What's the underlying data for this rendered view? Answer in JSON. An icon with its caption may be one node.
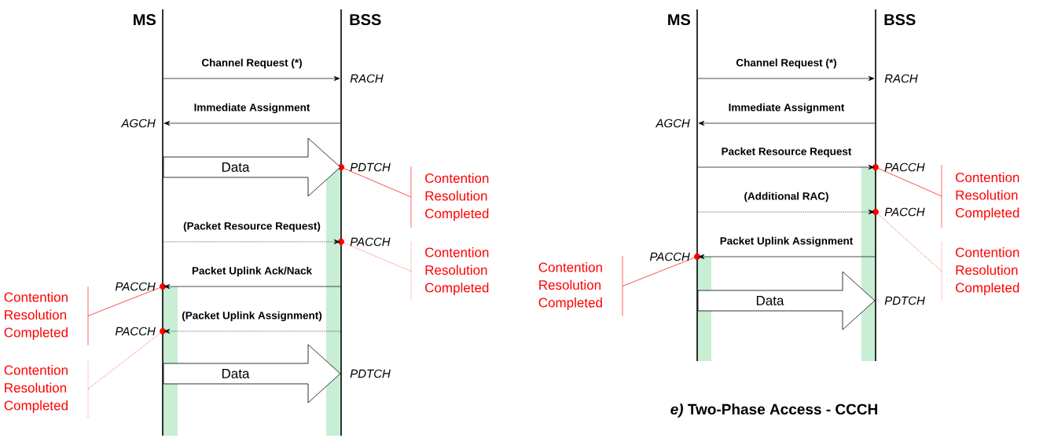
{
  "diagram": {
    "caption": "*e)* Two-Phase Access - CCCH",
    "nodes": [
      {
        "text": [
          "MS"
        ]
      },
      {
        "text": [
          "BSS"
        ]
      },
      {
        "text": [
          "MS"
        ]
      },
      {
        "text": [
          "BSS"
        ]
      },
      {
        "text": [],
        "shape": "circle"
      },
      {
        "text": [
          "Contention Resolution Completed"
        ]
      },
      {
        "text": [],
        "shape": "circle"
      },
      {
        "text": [
          "Contention Resolution Completed"
        ]
      },
      {
        "text": [],
        "shape": "circle"
      },
      {
        "text": [
          "Contention Resolution Completed"
        ]
      },
      {
        "text": [],
        "shape": "circle"
      },
      {
        "text": [
          "Contention Resolution Completed"
        ]
      },
      {
        "text": [],
        "shape": "circle"
      },
      {
        "text": [
          "Contention Resolution Completed"
        ]
      },
      {
        "text": [],
        "shape": "circle"
      },
      {
        "text": [
          "Contention Resolution Completed"
        ]
      },
      {
        "text": [],
        "shape": "circle"
      },
      {
        "text": [
          "Contention Resolution Completed"
        ]
      }
    ],
    "edges": [
      {
        "from": 0,
        "to": 1,
        "arrow": "to",
        "label": "Channel Request (*)"
      },
      {
        "from": 1,
        "to": 0,
        "arrow": "to",
        "label": "Immediate Assignment"
      },
      {
        "from": 0,
        "to": 1,
        "arrow": "to",
        "label": "Data",
        "style": "thick"
      },
      {
        "from": 0,
        "to": 1,
        "arrow": "to",
        "label": "(Packet Resource Request)",
        "style": "dashed"
      },
      {
        "from": 1,
        "to": 0,
        "arrow": "to",
        "label": "Packet Uplink Ack/Nack"
      },
      {
        "from": 1,
        "to": 0,
        "arrow": "to",
        "label": "(Packet Uplink Assignment)",
        "style": "dashed"
      },
      {
        "from": 0,
        "to": 1,
        "arrow": "to",
        "label": "Data",
        "style": "thick"
      },
      {
        "from": 2,
        "to": 3,
        "arrow": "to",
        "label": "Channel Request (*)"
      },
      {
        "from": 3,
        "to": 2,
        "arrow": "to",
        "label": "Immediate Assignment"
      },
      {
        "from": 2,
        "to": 3,
        "arrow": "to",
        "label": "Packet Resource Request"
      },
      {
        "from": 2,
        "to": 3,
        "arrow": "to",
        "label": "(Additional RAC)",
        "style": "dashed"
      },
      {
        "from": 3,
        "to": 2,
        "arrow": "to",
        "label": "Packet Uplink Assignment"
      },
      {
        "from": 2,
        "to": 3,
        "arrow": "to",
        "label": "Data",
        "style": "thick"
      },
      {
        "from": 5,
        "to": 4,
        "arrow": "none",
        "color": "#ff0000"
      },
      {
        "from": 7,
        "to": 6,
        "arrow": "none",
        "color": "#ff0000",
        "style": "dashed"
      },
      {
        "from": 9,
        "to": 8,
        "arrow": "none",
        "color": "#ff0000"
      },
      {
        "from": 11,
        "to": 10,
        "arrow": "none",
        "color": "#ff0000",
        "style": "dashed"
      },
      {
        "from": 13,
        "to": 12,
        "arrow": "none",
        "color": "#ff0000"
      },
      {
        "from": 15,
        "to": 14,
        "arrow": "none",
        "color": "#ff0000",
        "style": "dashed"
      },
      {
        "from": 17,
        "to": 16,
        "arrow": "none",
        "color": "#ff0000"
      }
    ],
    "labels": [
      "RACH",
      "AGCH",
      "PDTCH",
      "PACCH",
      "PACCH",
      "PACCH",
      "PDTCH",
      "RACH",
      "AGCH",
      "PACCH",
      "PACCH",
      "PACCH",
      "PDTCH"
    ]
  }
}
